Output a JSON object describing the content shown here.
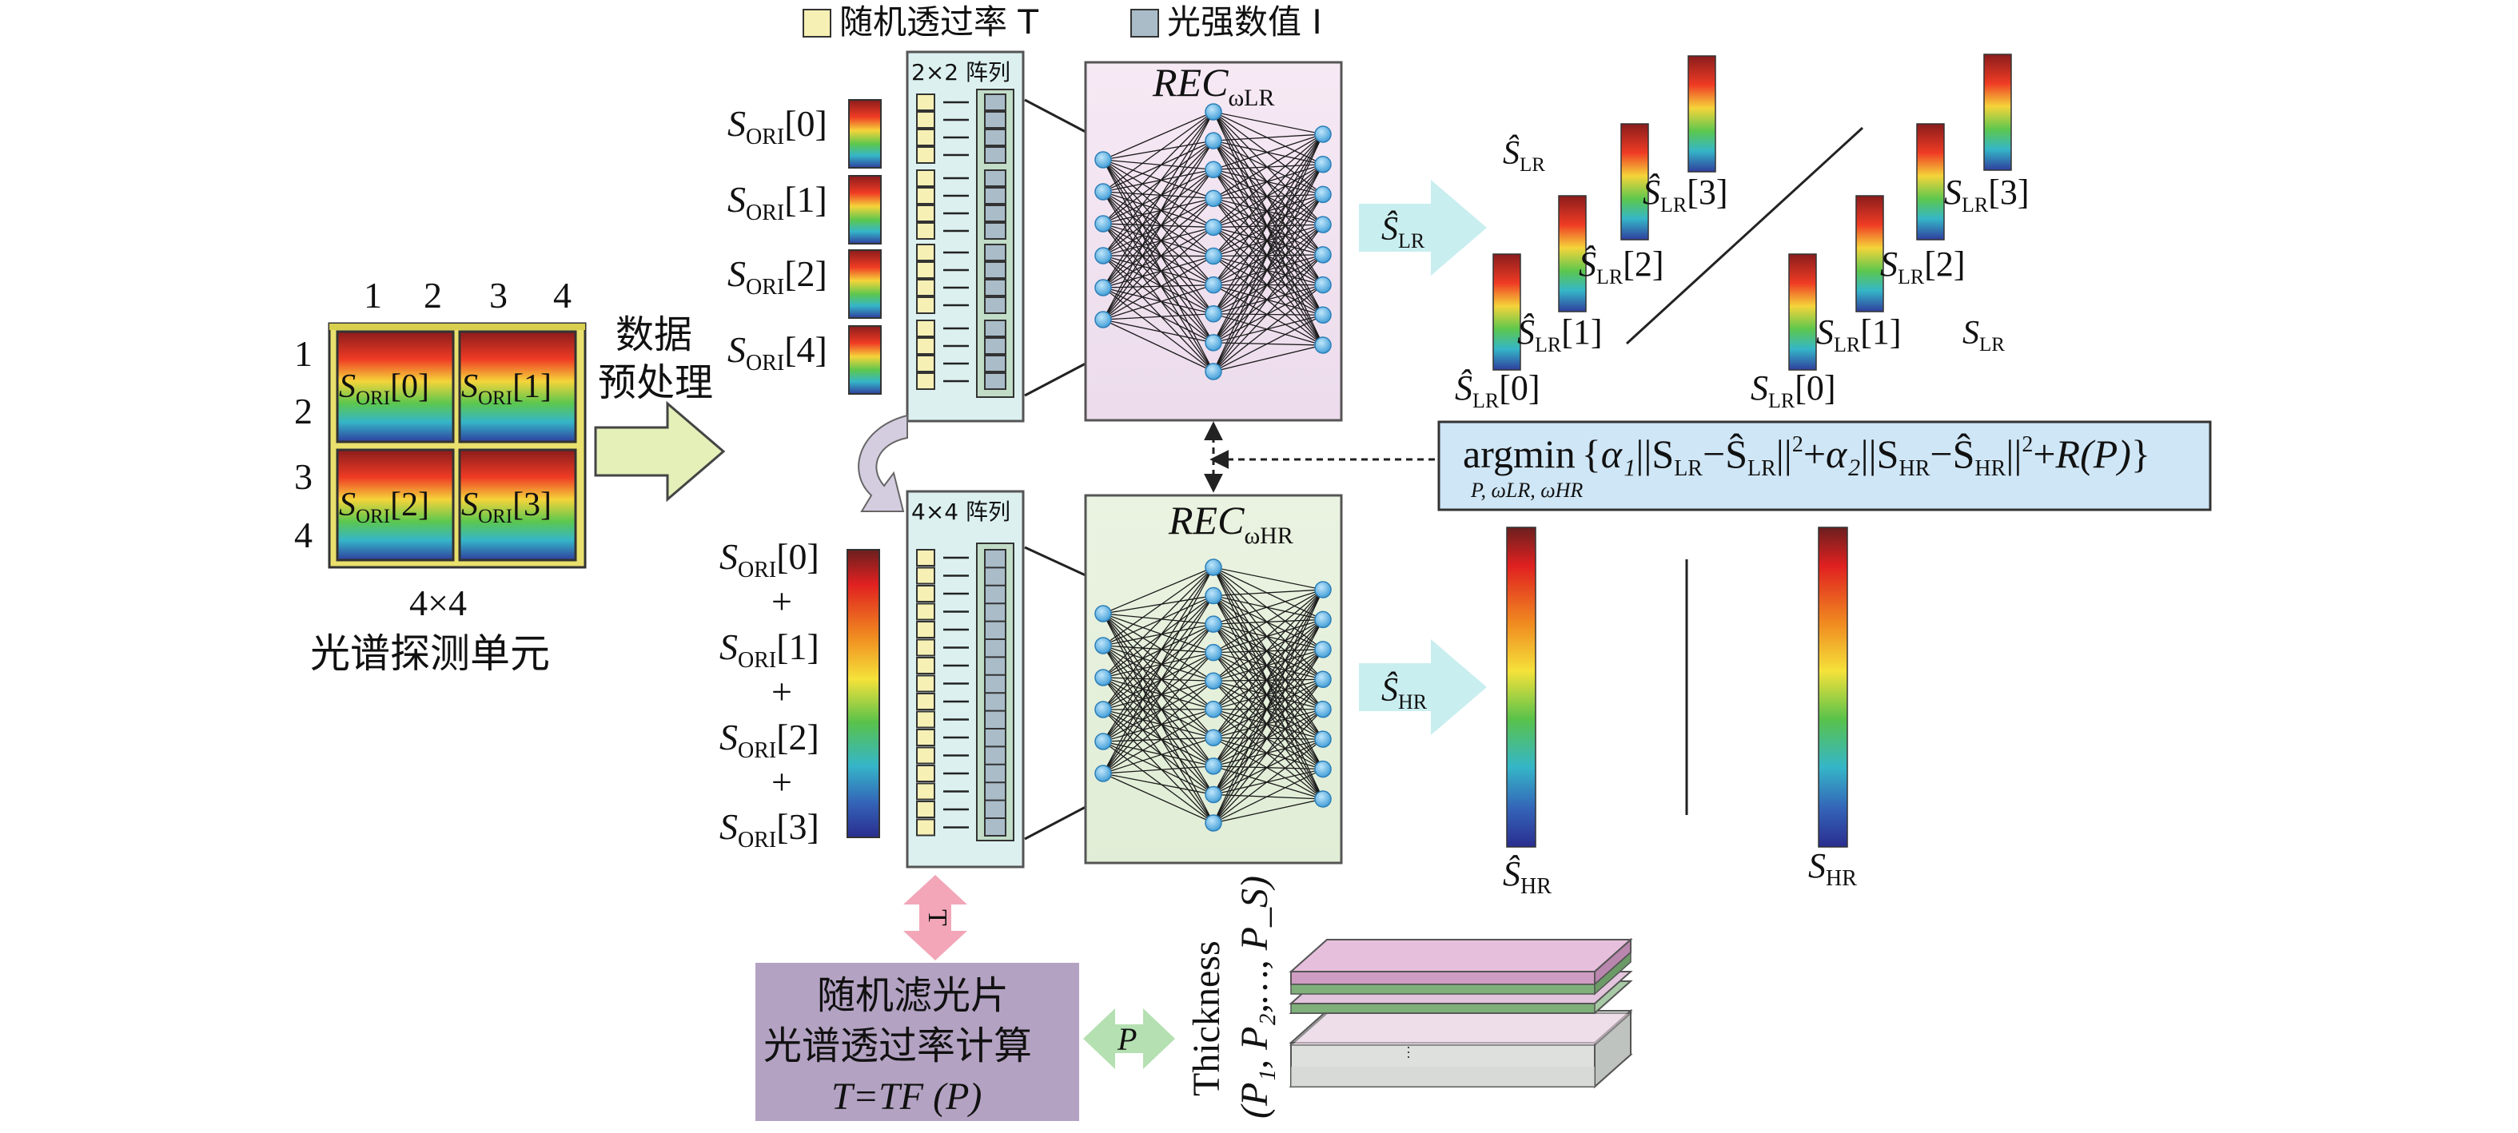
{
  "legend": {
    "transmittance": "随机透过率 T",
    "intensity": "光强数值 I",
    "transmittance_color": "#f6f0b4",
    "intensity_color": "#a9bcc8"
  },
  "unit": {
    "columns": [
      "1",
      "2",
      "3",
      "4"
    ],
    "rows": [
      "1",
      "2",
      "3",
      "4"
    ],
    "cells": [
      {
        "base": "S",
        "sub": "ORI",
        "idx": "[0]"
      },
      {
        "base": "S",
        "sub": "ORI",
        "idx": "[1]"
      },
      {
        "base": "S",
        "sub": "ORI",
        "idx": "[2]"
      },
      {
        "base": "S",
        "sub": "ORI",
        "idx": "[3]"
      }
    ],
    "size_label": "4×4",
    "name": "光谱探测单元"
  },
  "preprocess": {
    "line1": "数据",
    "line2": "预处理"
  },
  "lr_branch": {
    "array_label": "2×2 阵列",
    "inputs": [
      {
        "base": "S",
        "sub": "ORI",
        "idx": "[0]"
      },
      {
        "base": "S",
        "sub": "ORI",
        "idx": "[1]"
      },
      {
        "base": "S",
        "sub": "ORI",
        "idx": "[2]"
      },
      {
        "base": "S",
        "sub": "ORI",
        "idx": "[4]"
      }
    ],
    "net": {
      "base": "REC",
      "sub": "ωLR"
    },
    "output": {
      "base": "Ŝ",
      "sub": "LR"
    }
  },
  "hr_branch": {
    "array_label": "4×4 阵列",
    "inputs": [
      {
        "base": "S",
        "sub": "ORI",
        "idx": "[0]"
      },
      {
        "base": "S",
        "sub": "ORI",
        "idx": "[1]"
      },
      {
        "base": "S",
        "sub": "ORI",
        "idx": "[2]"
      },
      {
        "base": "S",
        "sub": "ORI",
        "idx": "[3]"
      }
    ],
    "plus": "+",
    "net": {
      "base": "REC",
      "sub": "ωHR"
    },
    "output": {
      "base": "Ŝ",
      "sub": "HR"
    }
  },
  "lr_spectra": {
    "pred_title": {
      "base": "Ŝ",
      "sub": "LR"
    },
    "pred": [
      {
        "base": "Ŝ",
        "sub": "LR",
        "idx": "[0]"
      },
      {
        "base": "Ŝ",
        "sub": "LR",
        "idx": "[1]"
      },
      {
        "base": "Ŝ",
        "sub": "LR",
        "idx": "[2]"
      },
      {
        "base": "Ŝ",
        "sub": "LR",
        "idx": "[3]"
      }
    ],
    "true_title": {
      "base": "S",
      "sub": "LR"
    },
    "true": [
      {
        "base": "S",
        "sub": "LR",
        "idx": "[0]"
      },
      {
        "base": "S",
        "sub": "LR",
        "idx": "[1]"
      },
      {
        "base": "S",
        "sub": "LR",
        "idx": "[2]"
      },
      {
        "base": "S",
        "sub": "LR",
        "idx": "[3]"
      }
    ]
  },
  "objective": {
    "op": "argmin",
    "vars": "P, ωLR, ωHR",
    "a1": "α₁",
    "term1a": "||S",
    "term1a_sub": "LR",
    "minus": "−",
    "term1b": "Ŝ",
    "term1b_sub": "LR",
    "norm_close": "||",
    "sq": "2",
    "plus": "+",
    "a2": "α₂",
    "term2a": "||S",
    "term2a_sub": "HR",
    "term2b": "Ŝ",
    "term2b_sub": "HR",
    "reg": "R(P)"
  },
  "hr_spectra": {
    "pred": {
      "base": "Ŝ",
      "sub": "HR"
    },
    "true": {
      "base": "S",
      "sub": "HR"
    }
  },
  "filter_box": {
    "line1": "随机滤光片",
    "line2": "光谱透过率计算",
    "line3": "T=TF (P)",
    "color": "#b3a2c2"
  },
  "arrows": {
    "t_label": "T",
    "p_label": "P"
  },
  "thickness": {
    "label": "Thickness",
    "params": "(P₁, P₂,…, P_S)"
  },
  "gradient_colors": [
    "#6b1f1f",
    "#e02020",
    "#f08a20",
    "#f5e23a",
    "#59c24a",
    "#35b6c8",
    "#3464b8",
    "#2a2d8e"
  ]
}
